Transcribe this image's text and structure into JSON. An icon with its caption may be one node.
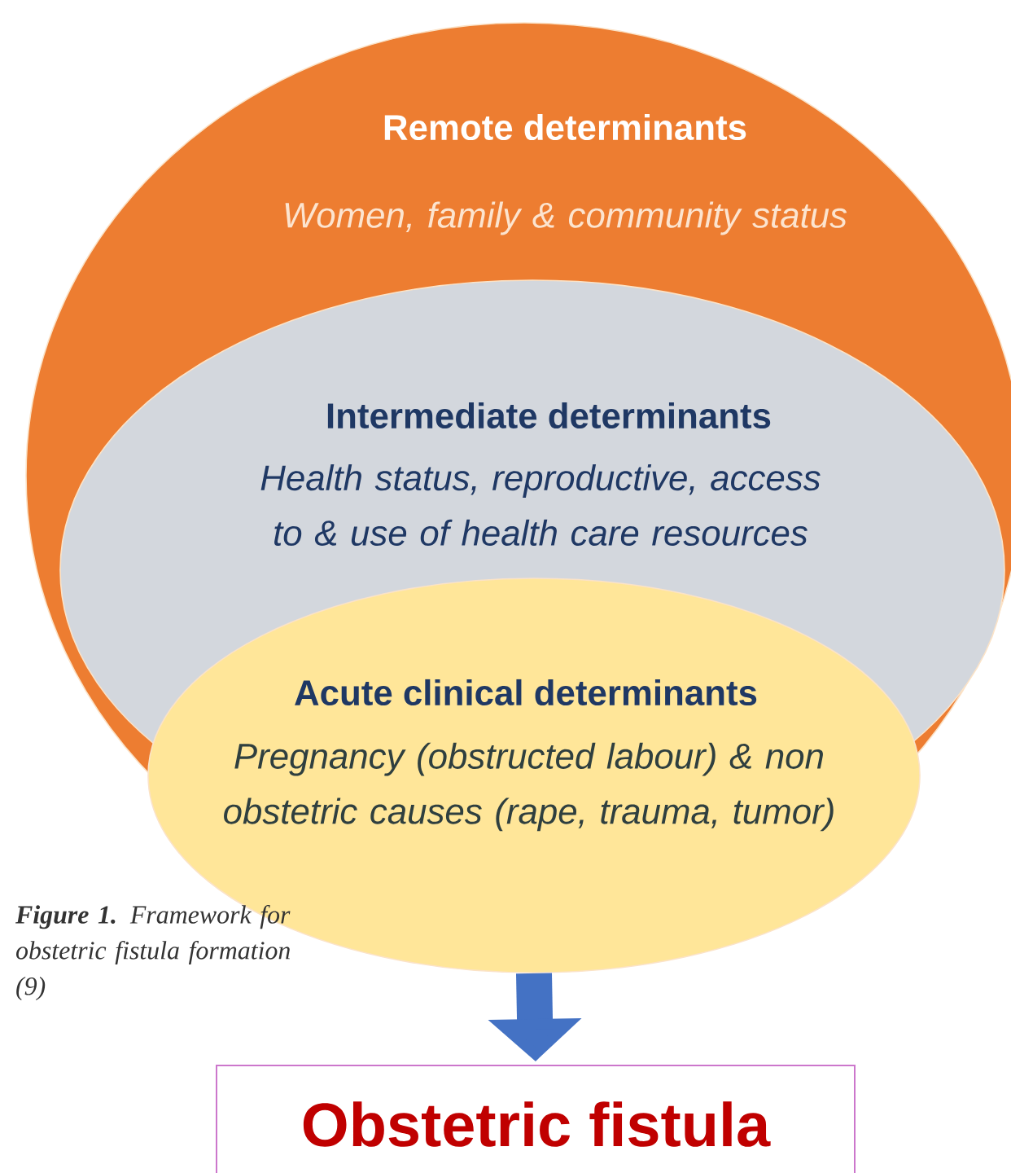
{
  "diagram": {
    "caption": "**Figure 1.** Framework for obstetric fistula formation (9)",
    "nodes": [
      {
        "text": [
          "Remote determinants",
          "Women, family & community status"
        ]
      },
      {
        "text": [
          "Intermediate determinants",
          "Health status, reproductive, access to &  use of health care resources"
        ],
        "in": 0
      },
      {
        "text": [
          "Acute clinical determinants",
          "Pregnancy (obstructed labour) & non obstetric causes (rape, trauma, tumor)"
        ]
      },
      {
        "text": [
          "Obstetric fistula"
        ]
      }
    ],
    "edges": [
      {
        "from": 2,
        "to": 3,
        "arrow": "to",
        "color": "#4472c4"
      }
    ]
  }
}
